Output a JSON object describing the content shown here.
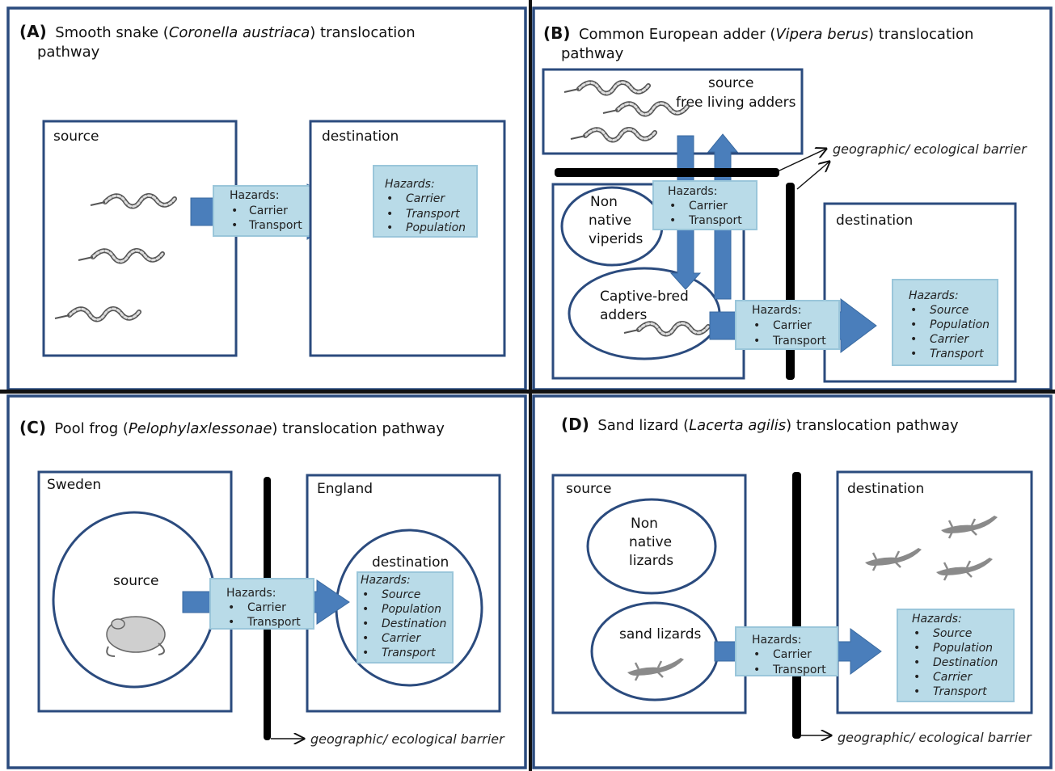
{
  "panels": {
    "A": {
      "letter": "(A)",
      "title_pre": "Smooth snake (",
      "title_it": "Coronella austriaca",
      "title_post": ") translocation",
      "title_line2": "pathway",
      "source_label": "source",
      "destination_label": "destination",
      "hazards_title": "Hazards:",
      "hazards": [
        "Carrier",
        "Transport"
      ],
      "dest_hazards_title": "Hazards:",
      "dest_hazards": [
        "Carrier",
        "Transport",
        "Population"
      ]
    },
    "B": {
      "letter": "(B)",
      "title_pre": "Common European adder (",
      "title_it": "Vipera berus",
      "title_post": ") translocation",
      "title_line2": "pathway",
      "source_label": "source",
      "source_sub": "free living adders",
      "barrier_label": "geographic/ ecological barrier",
      "non_native": [
        "Non",
        "native",
        "viperids"
      ],
      "captive": [
        "Captive-bred",
        "adders"
      ],
      "destination_label": "destination",
      "hazards_title": "Hazards:",
      "hazards_top": [
        "Carrier",
        "Transport"
      ],
      "hazards_mid": [
        "Carrier",
        "Transport"
      ],
      "dest_hazards_title": "Hazards:",
      "dest_hazards": [
        "Source",
        "Population",
        "Carrier",
        "Transport"
      ]
    },
    "C": {
      "letter": "(C)",
      "title_pre": "Pool frog (",
      "title_it": "Pelophylaxlessonae",
      "title_post": ") translocation pathway",
      "left_label": "Sweden",
      "right_label": "England",
      "source_label": "source",
      "destination_label": "destination",
      "hazards_title": "Hazards:",
      "hazards": [
        "Carrier",
        "Transport"
      ],
      "dest_hazards_title": "Hazards:",
      "dest_hazards": [
        "Source",
        "Population",
        "Destination",
        "Carrier",
        "Transport"
      ],
      "barrier_label": "geographic/ ecological barrier"
    },
    "D": {
      "letter": "(D)",
      "title_pre": "Sand lizard (",
      "title_it": "Lacerta agilis",
      "title_post": ") translocation pathway",
      "source_label": "source",
      "non_native": [
        "Non",
        "native",
        "lizards"
      ],
      "sand_lizards": "sand lizards",
      "destination_label": "destination",
      "hazards_title": "Hazards:",
      "hazards": [
        "Carrier",
        "Transport"
      ],
      "dest_hazards_title": "Hazards:",
      "dest_hazards": [
        "Source",
        "Population",
        "Destination",
        "Carrier",
        "Transport"
      ],
      "barrier_label": "geographic/ ecological barrier"
    }
  },
  "colors": {
    "border": "#2b4b7e",
    "arrow": "#4a7ebb",
    "hazard_box": "#b9dbe8",
    "barrier": "#000000"
  }
}
